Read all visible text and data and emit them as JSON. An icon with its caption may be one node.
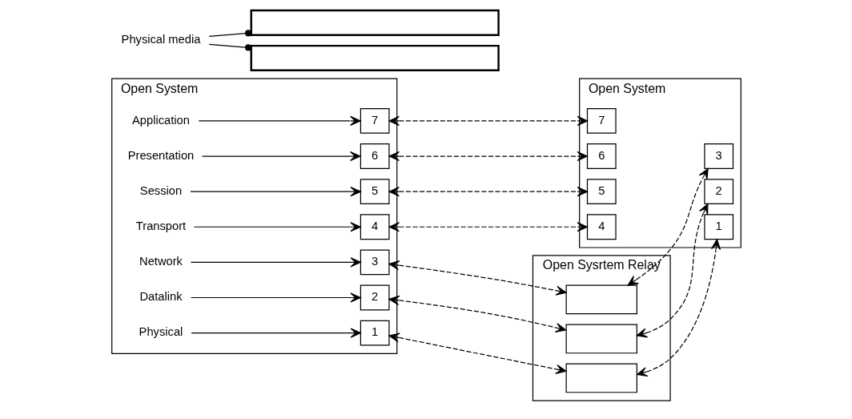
{
  "diagram": {
    "nodes": [
      {
        "text": [
          "Open System"
        ]
      },
      {
        "text": [
          "Application"
        ],
        "in": 0
      },
      {
        "text": [
          "Presentation"
        ],
        "in": 0
      },
      {
        "text": [
          "Session"
        ],
        "in": 0
      },
      {
        "text": [
          "Transport"
        ],
        "in": 0
      },
      {
        "text": [
          "Network"
        ],
        "in": 0
      },
      {
        "text": [
          "Datalink"
        ],
        "in": 0
      },
      {
        "text": [
          "Physical"
        ],
        "in": 0
      },
      {
        "text": [
          "7"
        ],
        "in": 0
      },
      {
        "text": [
          "6"
        ],
        "in": 0
      },
      {
        "text": [
          "5"
        ],
        "in": 0
      },
      {
        "text": [
          "4"
        ],
        "in": 0
      },
      {
        "text": [
          "3"
        ],
        "in": 0
      },
      {
        "text": [
          "2"
        ],
        "in": 0
      },
      {
        "text": [
          "1"
        ],
        "in": 0
      },
      {
        "text": [
          "Open System"
        ]
      },
      {
        "text": [
          "7"
        ],
        "in": 15
      },
      {
        "text": [
          "6"
        ],
        "in": 15
      },
      {
        "text": [
          "5"
        ],
        "in": 15
      },
      {
        "text": [
          "4"
        ],
        "in": 15
      },
      {
        "text": [
          "3"
        ],
        "in": 15
      },
      {
        "text": [
          "2"
        ],
        "in": 15
      },
      {
        "text": [
          "1"
        ],
        "in": 15
      },
      {
        "text": [
          "Open Sysrtem Relay"
        ]
      },
      {
        "text": [],
        "shape": "box",
        "in": 23
      },
      {
        "text": [],
        "shape": "box",
        "in": 23
      },
      {
        "text": [],
        "shape": "box",
        "in": 23
      },
      {
        "text": [],
        "shape": "bar"
      },
      {
        "text": [],
        "shape": "bar"
      },
      {
        "text": [
          "Physical media"
        ]
      }
    ],
    "edges": [
      {
        "from": 1,
        "to": 8,
        "arrow": "to"
      },
      {
        "from": 2,
        "to": 9,
        "arrow": "to"
      },
      {
        "from": 3,
        "to": 10,
        "arrow": "to"
      },
      {
        "from": 4,
        "to": 11,
        "arrow": "to"
      },
      {
        "from": 5,
        "to": 12,
        "arrow": "to"
      },
      {
        "from": 6,
        "to": 13,
        "arrow": "to"
      },
      {
        "from": 7,
        "to": 14,
        "arrow": "to"
      },
      {
        "from": 8,
        "to": 16,
        "arrow": "both",
        "style": "dashed"
      },
      {
        "from": 9,
        "to": 17,
        "arrow": "both",
        "style": "dashed"
      },
      {
        "from": 10,
        "to": 18,
        "arrow": "both",
        "style": "dashed"
      },
      {
        "from": 11,
        "to": 19,
        "arrow": "both",
        "style": "dashed"
      },
      {
        "from": 12,
        "to": 24,
        "arrow": "both",
        "style": "dashed"
      },
      {
        "from": 24,
        "to": 20,
        "arrow": "both",
        "style": "dashed"
      },
      {
        "from": 13,
        "to": 25,
        "arrow": "both",
        "style": "dashed"
      },
      {
        "from": 25,
        "to": 21,
        "arrow": "both",
        "style": "dashed"
      },
      {
        "from": 14,
        "to": 26,
        "arrow": "both",
        "style": "dashed"
      },
      {
        "from": 26,
        "to": 22,
        "arrow": "both",
        "style": "dashed"
      },
      {
        "from": 29,
        "to": 27,
        "arrow": "other"
      },
      {
        "from": 29,
        "to": 28,
        "arrow": "other"
      }
    ]
  }
}
